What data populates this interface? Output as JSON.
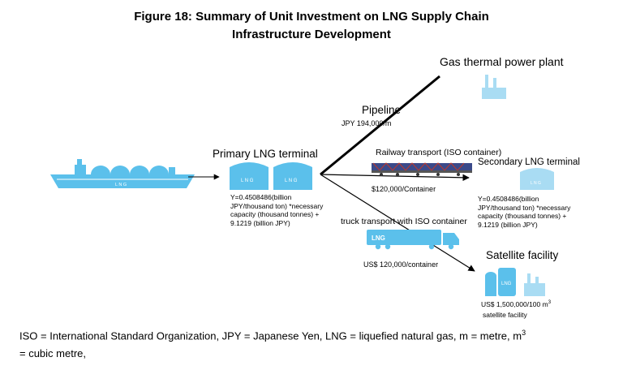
{
  "figure": {
    "title_line1": "Figure 18: Summary of Unit Investment on LNG Supply Chain",
    "title_line2": "Infrastructure Development"
  },
  "nodes": {
    "power_plant": {
      "label": "Gas thermal power plant"
    },
    "primary_terminal": {
      "label": "Primary LNG terminal",
      "formula": "Y=0.4508486(billion JPY/thousand ton) *necessary capacity (thousand tonnes) + 9.1219 (billion JPY)"
    },
    "secondary_terminal": {
      "label": "Secondary LNG terminal",
      "formula": "Y=0.4508486(billion JPY/thousand ton) *necessary capacity (thousand tonnes) + 9.1219 (billion JPY)"
    },
    "satellite": {
      "label": "Satellite facility",
      "cost": "US$ 1,500,000/100 m",
      "cost_sup": "3",
      "cost_note": "satellite facility"
    }
  },
  "routes": {
    "pipeline": {
      "label": "Pipeline",
      "cost": "JPY 194,000/m"
    },
    "railway": {
      "label": "Railway transport (ISO container)",
      "cost": "$120,000/Container"
    },
    "truck": {
      "label": "truck transport with ISO container",
      "cost": "US$ 120,000/container"
    }
  },
  "icons": {
    "ship_text": "L N G",
    "tank_text": "L N G",
    "truck_text": "LNG",
    "satellite_text": "LNG"
  },
  "footnote": {
    "part1": "ISO = International Standard Organization, JPY = Japanese Yen, LNG = liquefied natural gas, m = metre, m",
    "sup": "3",
    "part2": "= cubic metre,"
  },
  "colors": {
    "icon": "#5bc0eb",
    "icon_light": "#a9dcf3",
    "line": "#000000",
    "train": "#3b4a8a"
  }
}
